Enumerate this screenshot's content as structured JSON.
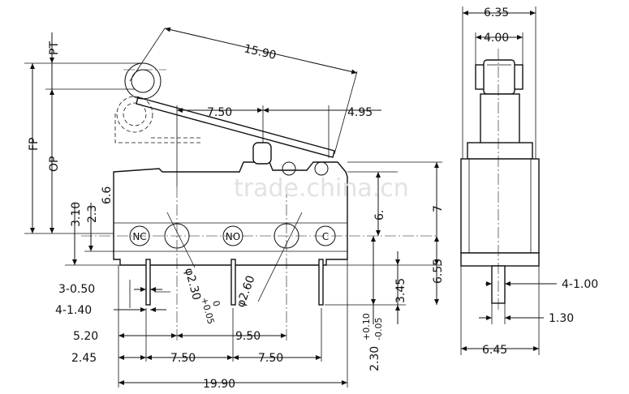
{
  "watermark": "trade.china.cn",
  "front_view": {
    "pin_labels": {
      "nc": "NC",
      "no": "NO",
      "c": "C"
    },
    "dims": {
      "lever_length": "15.90",
      "pin_pitch_top": "7.50",
      "actuator_offset": "4.95",
      "hole_a": "φ2.30",
      "hole_a_tol_plus": "+0.05",
      "hole_a_tol_minus": "0",
      "hole_b": "φ2.60",
      "pin_width": "3-0.50",
      "pin_thickness": "4-1.40",
      "pitch_520": "5.20",
      "pitch_950": "9.50",
      "edge_245": "2.45",
      "pin_spacing_1": "7.50",
      "pin_spacing_2": "7.50",
      "overall_width": "19.90",
      "bottom_offset": "2.30",
      "bottom_tol_plus": "+0.10",
      "bottom_tol_minus": "-0.05",
      "pin_length": "3.45",
      "hole_height": "6.55",
      "height_partial_a": "6.",
      "height_partial_b": "7",
      "left_dim_310": "3.10",
      "left_dim_23": "2.3",
      "left_dim_66": "6.6",
      "label_pt": "PT",
      "label_fp": "FP",
      "label_op": "OP"
    }
  },
  "side_view": {
    "dims": {
      "top_width_outer": "6.35",
      "top_width_inner": "4.00",
      "pin_width": "4-1.00",
      "pin_thickness": "1.30",
      "bottom_width": "6.45"
    }
  }
}
